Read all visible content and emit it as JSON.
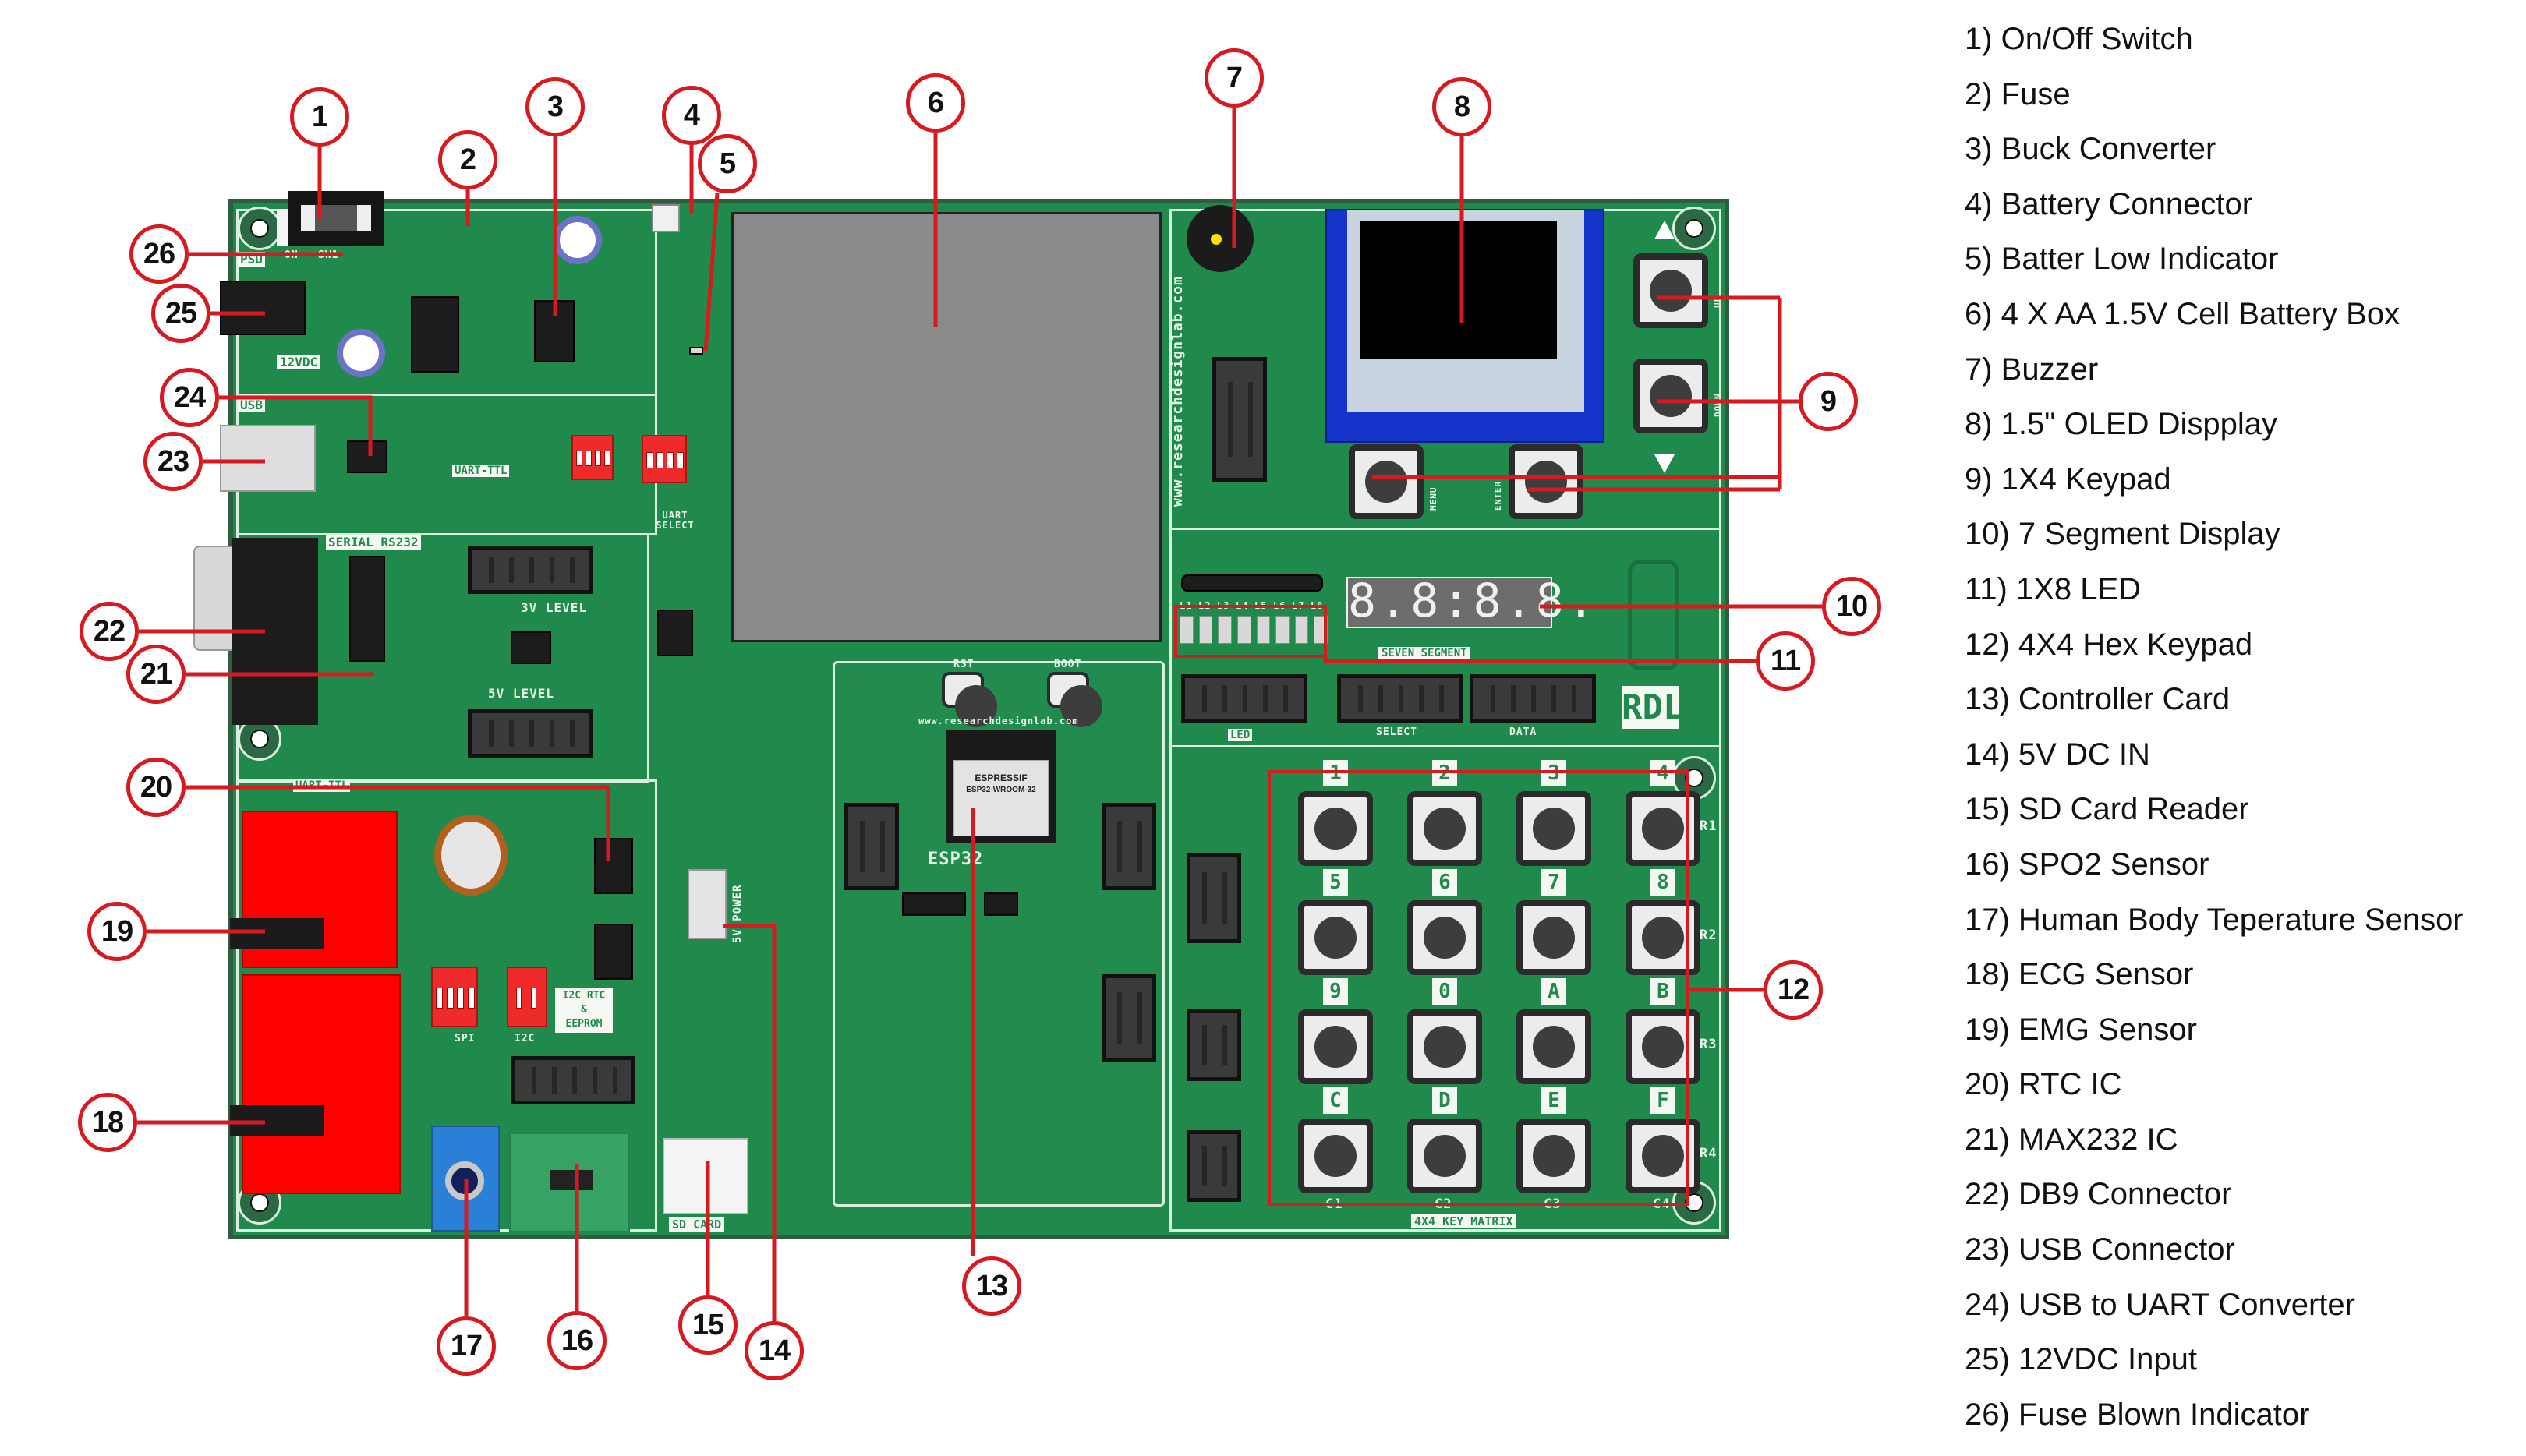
{
  "board": {
    "silkscreen": {
      "psu": "PSU",
      "usb": "USB",
      "vdc": "12VDC",
      "uart_ttl": "UART-TTL",
      "serial_rs232": "SERIAL RS232",
      "uart_ttl_2": "UART-TTL",
      "uart_select": "UART SELECT",
      "level_3v": "3V LEVEL",
      "level_5v": "5V LEVEL",
      "i2c_rtc": "I2C RTC & EEPROM",
      "spi": "SPI",
      "i2c": "I2C",
      "sd_card": "SD CARD",
      "power_5v": "5V POWER",
      "seven_segment": "SEVEN SEGMENT",
      "led": "LED",
      "select": "SELECT",
      "data": "DATA",
      "key_matrix": "4X4 KEY MATRIX",
      "rdl": "RDL",
      "website": "www.researchdesignlab.com",
      "esp_website": "www.researchdesignlab.com",
      "esp32": "ESP32",
      "rst": "RST",
      "boot": "BOOT",
      "menu": "MENU",
      "enter": "ENTER",
      "up": "UP",
      "down": "DOWN",
      "on": "ON",
      "sw1": "SW1"
    },
    "esp_module": {
      "brand": "ESPRESSIF",
      "model": "ESP32-WROOM-32"
    },
    "seven_segment_display": "8.8:8.8.",
    "keypad": {
      "keys": [
        "1",
        "2",
        "3",
        "4",
        "5",
        "6",
        "7",
        "8",
        "9",
        "0",
        "A",
        "B",
        "C",
        "D",
        "E",
        "F"
      ],
      "rows": [
        "R1",
        "R2",
        "R3",
        "R4"
      ],
      "cols": [
        "C1",
        "C2",
        "C3",
        "C4"
      ]
    },
    "led_labels": [
      "L1",
      "L2",
      "L3",
      "L4",
      "L5",
      "L6",
      "L7",
      "L8"
    ],
    "colors": {
      "pcb_green": "#1f8a4c",
      "pcb_edge": "#2d5e40",
      "callout_red": "#d71920",
      "sensor_red": "#ff0000",
      "oled_blue": "#1433c9",
      "temp_sensor_blue": "#2a7fd6"
    }
  },
  "callouts": [
    "1",
    "2",
    "3",
    "4",
    "5",
    "6",
    "7",
    "8",
    "9",
    "10",
    "11",
    "12",
    "13",
    "14",
    "15",
    "16",
    "17",
    "18",
    "19",
    "20",
    "21",
    "22",
    "23",
    "24",
    "25",
    "26"
  ],
  "legend": [
    "1) On/Off Switch",
    "2) Fuse",
    "3) Buck Converter",
    "4) Battery Connector",
    "5) Batter Low Indicator",
    "6) 4 X AA 1.5V Cell Battery Box",
    "7) Buzzer",
    "8) 1.5\" OLED Dispplay",
    "9) 1X4 Keypad",
    "10) 7 Segment Display",
    "11) 1X8 LED",
    "12) 4X4 Hex Keypad",
    "13) Controller Card",
    "14) 5V DC IN",
    "15) SD Card Reader",
    "16) SPO2 Sensor",
    "17) Human Body Teperature Sensor",
    "18) ECG Sensor",
    "19) EMG Sensor",
    "20) RTC IC",
    "21) MAX232 IC",
    "22) DB9 Connector",
    "23) USB Connector",
    "24) USB to UART Converter",
    "25) 12VDC Input",
    "26) Fuse Blown Indicator"
  ]
}
